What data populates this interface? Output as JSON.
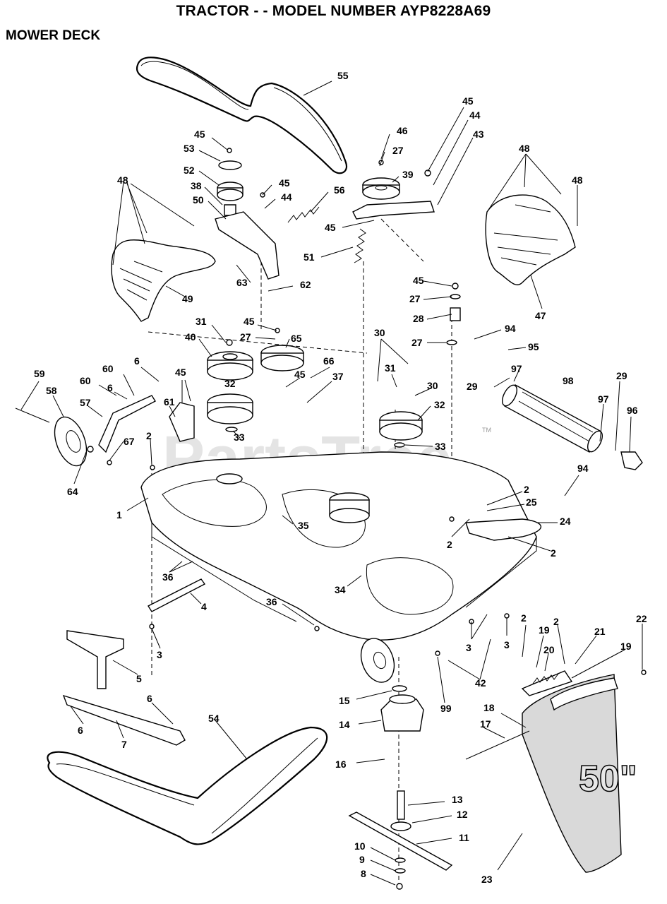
{
  "header": {
    "title": "TRACTOR - - MODEL NUMBER AYP8228A69",
    "section": "MOWER DECK"
  },
  "watermark": "PartsTree",
  "trademark": "TM",
  "decal_text": "50\"",
  "callouts": [
    "55",
    "45",
    "53",
    "52",
    "38",
    "50",
    "45",
    "44",
    "56",
    "46",
    "27",
    "39",
    "45",
    "44",
    "43",
    "45",
    "51",
    "63",
    "62",
    "48",
    "49",
    "48",
    "47",
    "48",
    "31",
    "40",
    "45",
    "27",
    "65",
    "45",
    "27",
    "28",
    "27",
    "94",
    "95",
    "6",
    "60",
    "60",
    "6",
    "59",
    "58",
    "57",
    "61",
    "45",
    "66",
    "45",
    "37",
    "30",
    "31",
    "30",
    "32",
    "29",
    "97",
    "98",
    "29",
    "97",
    "96",
    "32",
    "33",
    "33",
    "67",
    "64",
    "2",
    "1",
    "35",
    "94",
    "2",
    "25",
    "24",
    "2",
    "2",
    "36",
    "4",
    "34",
    "36",
    "3",
    "5",
    "6",
    "6",
    "7",
    "54",
    "3",
    "3",
    "2",
    "19",
    "2",
    "21",
    "19",
    "22",
    "20",
    "42",
    "99",
    "15",
    "18",
    "17",
    "14",
    "16",
    "13",
    "12",
    "11",
    "10",
    "9",
    "8",
    "23"
  ]
}
